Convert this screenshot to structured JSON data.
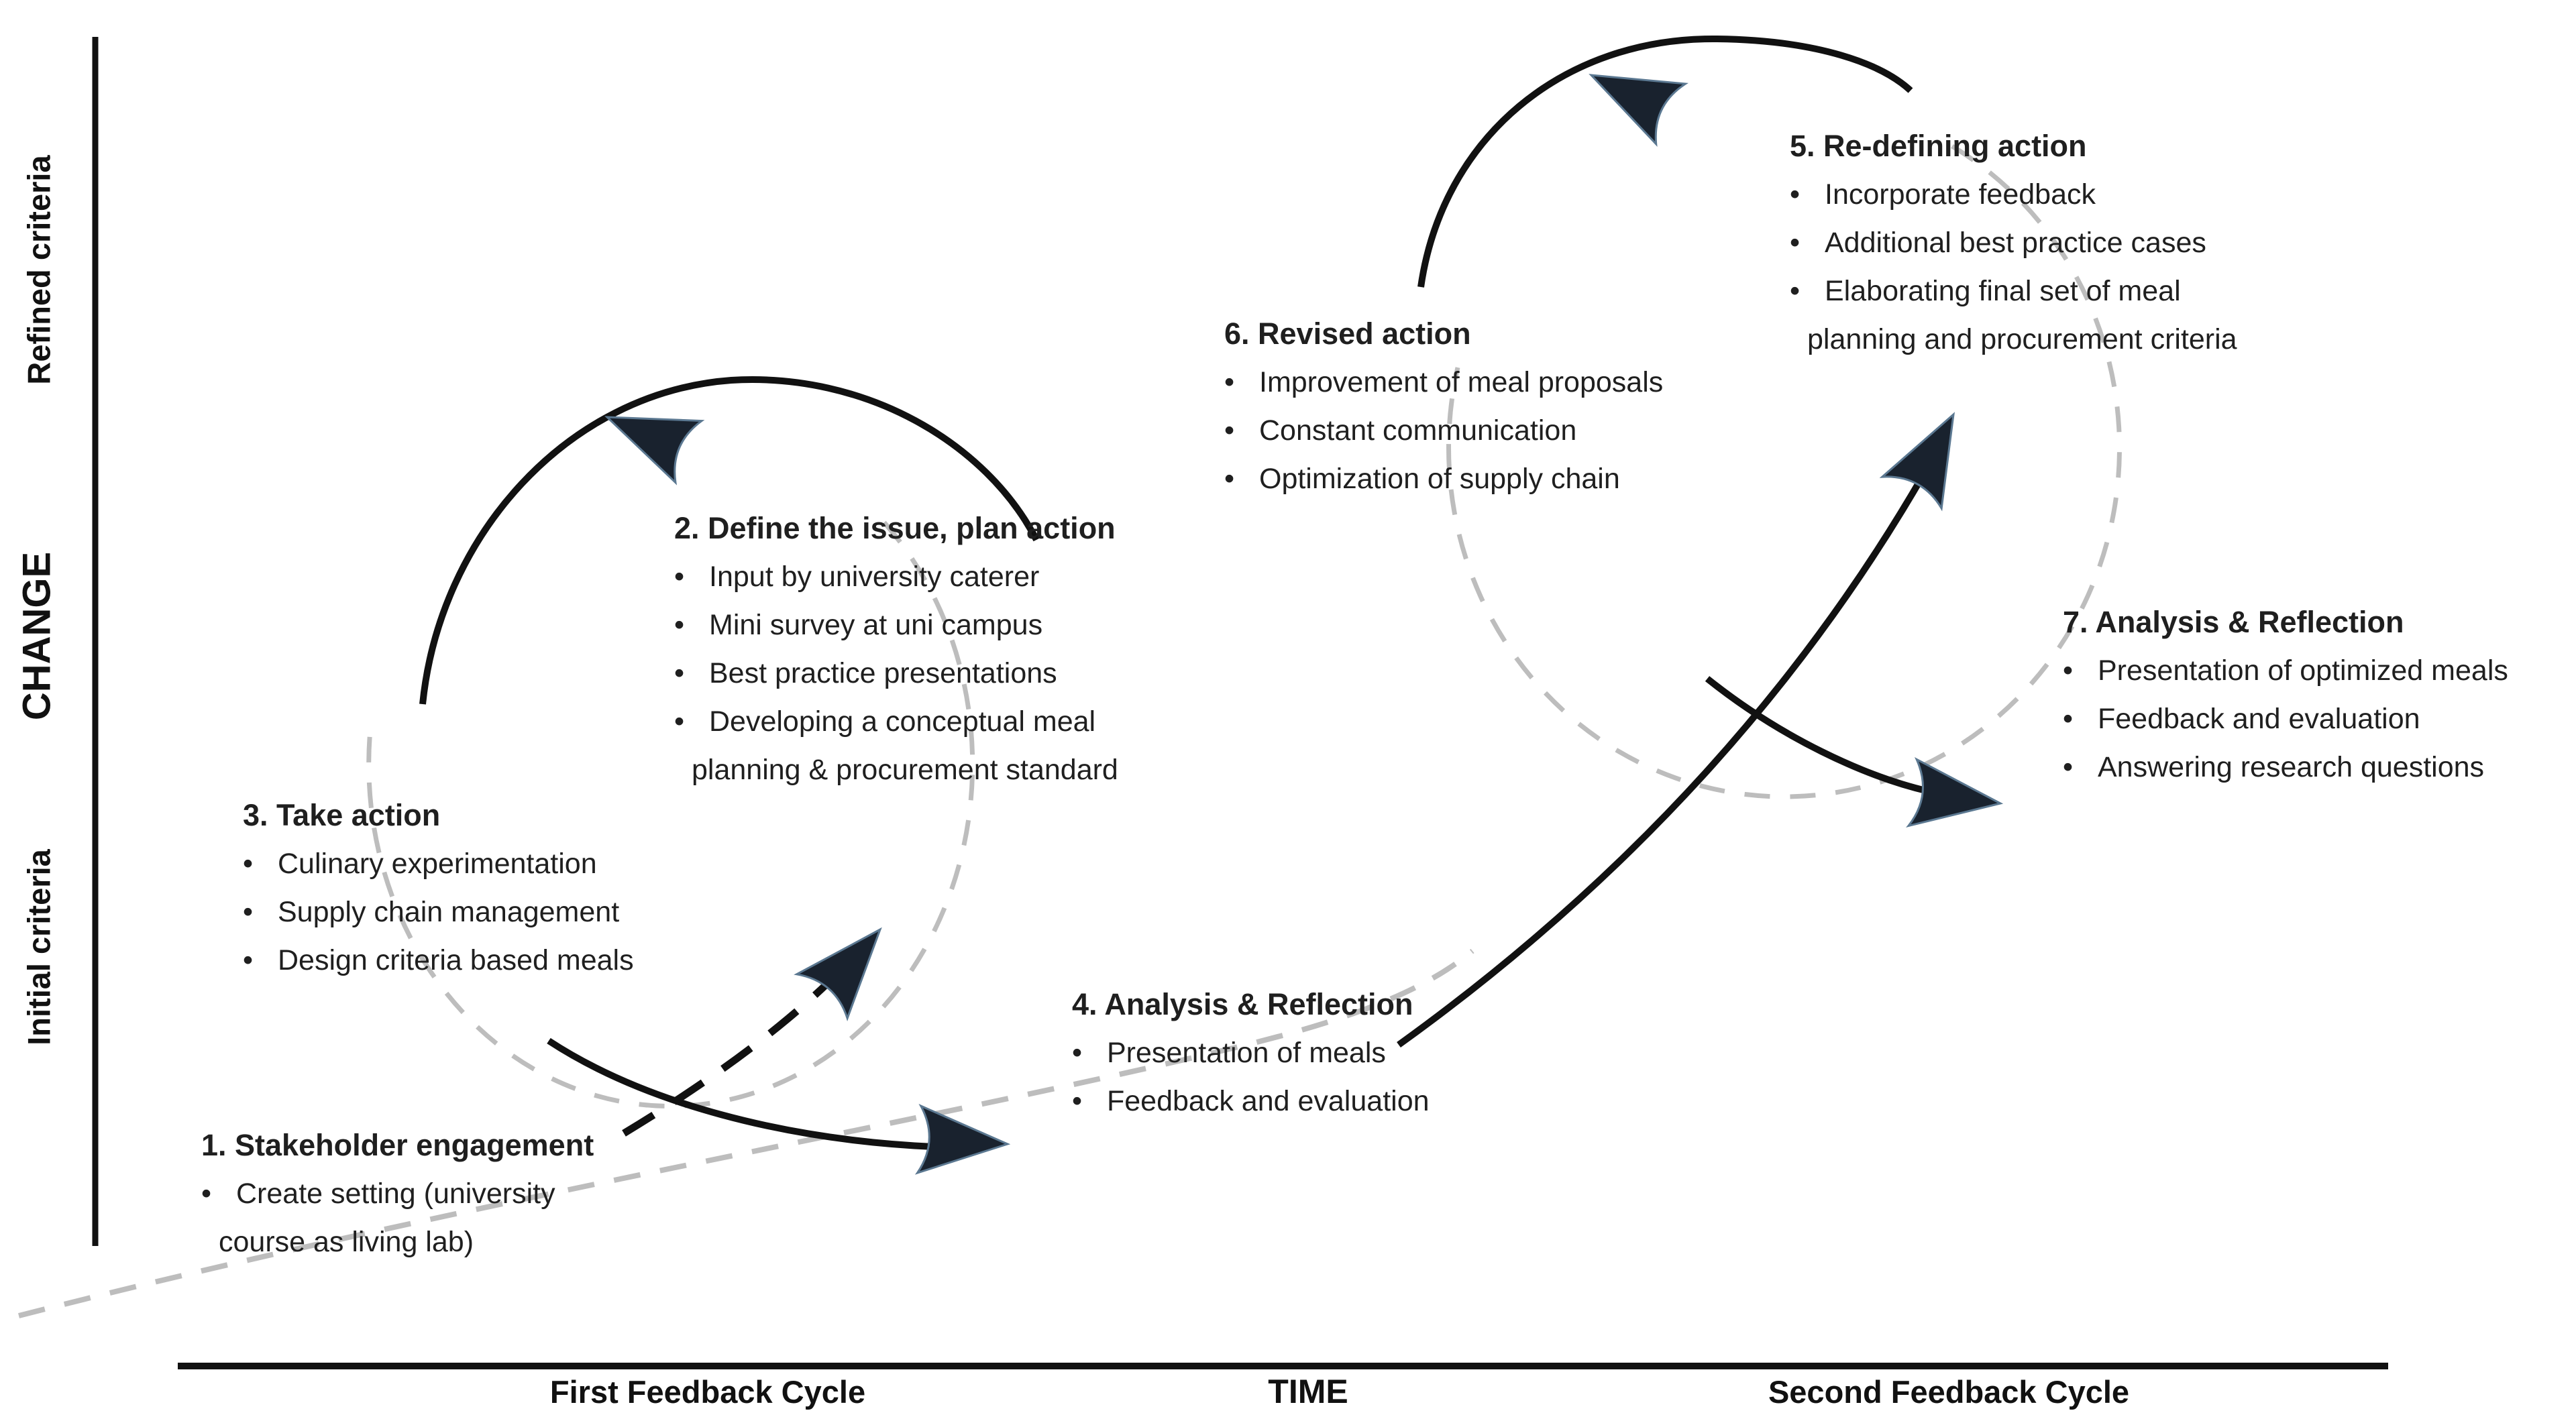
{
  "diagram_title": "Action research spiral with two feedback cycles",
  "colors": {
    "text": "#1f1f1f",
    "solid_line": "#111111",
    "dashed_gray": "#bdbdbd",
    "dashed_black": "#111111",
    "arrowhead_fill": "#19222e",
    "arrowhead_edge": "#5b7891",
    "background": "#ffffff"
  },
  "y_axis": {
    "labels": [
      "Refined criteria",
      "CHANGE",
      "Initial criteria"
    ]
  },
  "x_axis": {
    "labels": [
      "First Feedback Cycle",
      "TIME",
      "Second Feedback Cycle"
    ]
  },
  "steps": [
    {
      "title": "1. Stakeholder engagement",
      "lines": [
        {
          "b": "•",
          "t": "Create setting (university"
        },
        {
          "b": "",
          "t": "course as living lab)"
        }
      ]
    },
    {
      "title": "2. Define the issue, plan action",
      "lines": [
        {
          "b": "•",
          "t": "Input by university caterer"
        },
        {
          "b": "•",
          "t": "Mini survey at uni campus"
        },
        {
          "b": "•",
          "t": "Best practice presentations"
        },
        {
          "b": "•",
          "t": "Developing a conceptual meal"
        },
        {
          "b": "",
          "t": "planning & procurement standard"
        }
      ]
    },
    {
      "title": "3. Take action",
      "lines": [
        {
          "b": "•",
          "t": "Culinary experimentation"
        },
        {
          "b": "•",
          "t": "Supply chain management"
        },
        {
          "b": "•",
          "t": "Design criteria based meals"
        }
      ]
    },
    {
      "title": "4. Analysis & Reflection",
      "lines": [
        {
          "b": "•",
          "t": "Presentation of meals"
        },
        {
          "b": "•",
          "t": "Feedback and evaluation"
        }
      ]
    },
    {
      "title": "5. Re-defining action",
      "lines": [
        {
          "b": "•",
          "t": "Incorporate feedback"
        },
        {
          "b": "•",
          "t": "Additional best practice cases"
        },
        {
          "b": "•",
          "t": "Elaborating final set of meal"
        },
        {
          "b": "",
          "t": "planning and procurement criteria"
        }
      ]
    },
    {
      "title": "6. Revised action",
      "lines": [
        {
          "b": "•",
          "t": "Improvement of meal proposals"
        },
        {
          "b": "•",
          "t": "Constant communication"
        },
        {
          "b": "•",
          "t": "Optimization of supply chain"
        }
      ]
    },
    {
      "title": "7. Analysis & Reflection",
      "lines": [
        {
          "b": "•",
          "t": "Presentation of optimized meals"
        },
        {
          "b": "•",
          "t": "Feedback and evaluation"
        },
        {
          "b": "•",
          "t": "Answering research questions"
        }
      ]
    }
  ]
}
